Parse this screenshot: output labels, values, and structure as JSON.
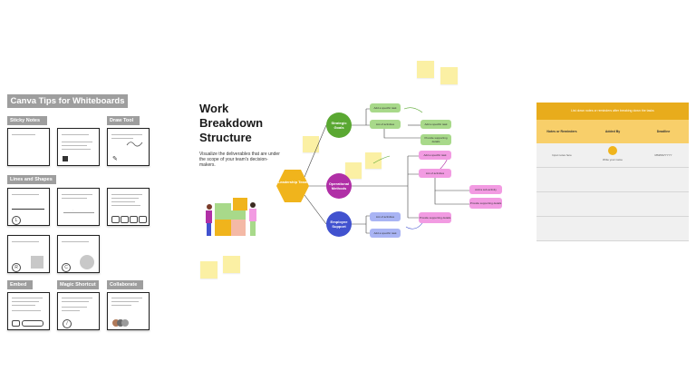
{
  "tips": {
    "title": "Canva Tips for Whiteboards",
    "sections": {
      "sticky_notes": "Sticky Notes",
      "draw_tool": "Draw Tool",
      "lines_shapes": "Lines and Shapes",
      "embed": "Embed",
      "magic_shortcut": "Magic Shortcut",
      "collaborate": "Collaborate"
    }
  },
  "wbs": {
    "title_line1": "Work",
    "title_line2": "Breakdown",
    "title_line3": "Structure",
    "subtitle": "Visualize the deliverables that are under the scope of your team's decision-makers.",
    "root": "Leadership Team",
    "branch_green": "Strategic Goals",
    "branch_pink": "Operational Methods",
    "branch_blue": "Employee Support",
    "task_specific": "Add a specific task",
    "task_list": "List of activities",
    "task_support": "Provide supporting details",
    "task_sub": "Add a sub-activity"
  },
  "table": {
    "header": "List down notes or reminders after breaking down the tasks",
    "col1": "Notes or Reminders",
    "col2": "Added By",
    "col3": "Deadline",
    "row1_note": "Input notes here",
    "row1_by": "Write your name",
    "row1_deadline": "MM/DD/YYYY"
  },
  "colors": {
    "green": "#5aa832",
    "pink": "#b02fa6",
    "blue": "#4152cf",
    "gold": "#f0b41c",
    "table_header": "#e8ac1c",
    "table_cols": "#f8cf6a",
    "sticky": "#fbf0a4"
  }
}
